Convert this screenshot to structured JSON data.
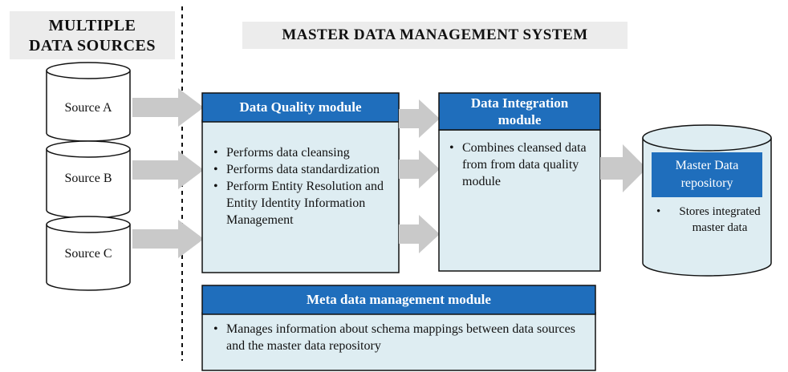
{
  "headings": {
    "sources": "MULTIPLE\nDATA SOURCES",
    "system": "MASTER DATA MANAGEMENT SYSTEM"
  },
  "sources": [
    "Source A",
    "Source B",
    "Source C"
  ],
  "data_quality": {
    "title": "Data Quality module",
    "items": [
      "Performs data cleansing",
      "Performs data standardization",
      "Perform Entity Resolution and Entity Identity Information Management"
    ]
  },
  "data_integration": {
    "title": "Data Integration module",
    "items": [
      "Combines cleansed data from from data quality module"
    ]
  },
  "repository": {
    "title": "Master Data repository",
    "items": [
      "Stores integrated master data"
    ]
  },
  "metadata": {
    "title": "Meta data management module",
    "items": [
      "Manages information about schema mappings between data sources and the master data repository"
    ]
  },
  "colors": {
    "title_blue": "#1f6ebc",
    "body_fill": "#deedf2",
    "arrow_gray": "#c9c9c9",
    "border": "#111111"
  }
}
